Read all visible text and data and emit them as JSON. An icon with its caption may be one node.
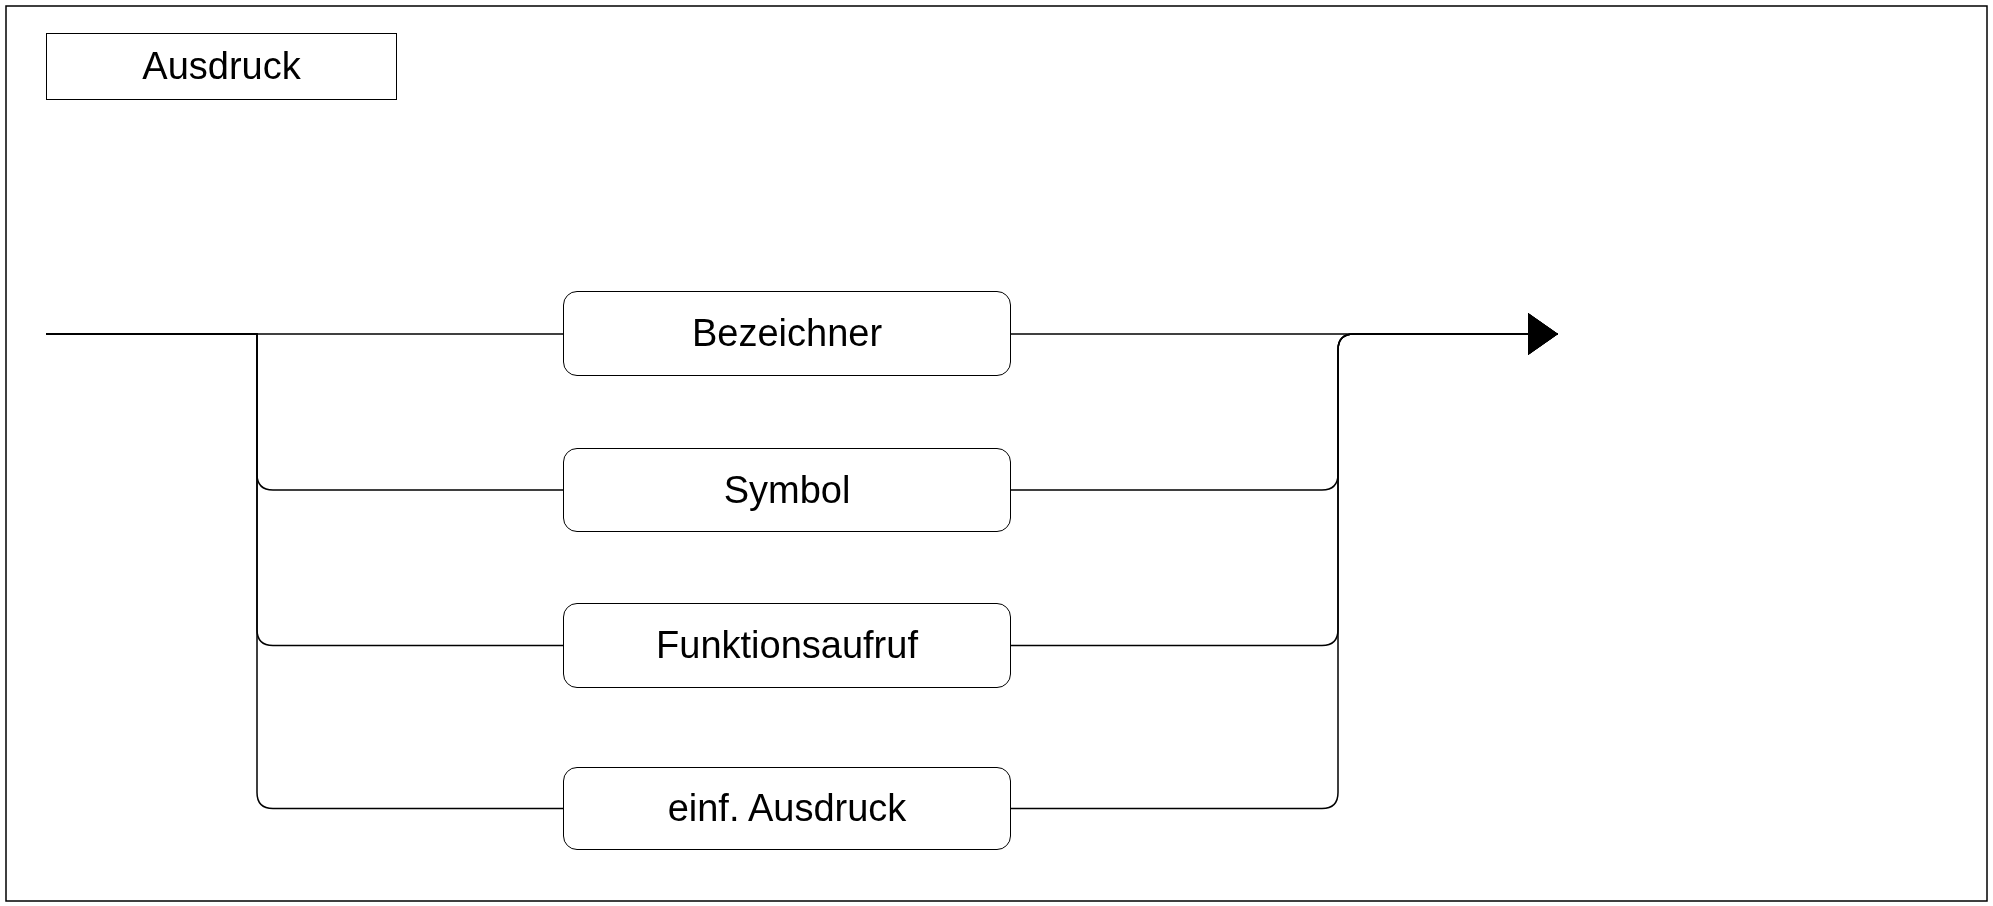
{
  "diagram": {
    "nodes": [
      {
        "text": [
          "Ausdruck"
        ]
      },
      {
        "text": [
          "Bezeichner"
        ]
      },
      {
        "text": [
          "Symbol"
        ]
      },
      {
        "text": [
          "Funktionsaufruf"
        ]
      },
      {
        "text": [
          "einf. Ausdruck"
        ]
      }
    ],
    "edges": [
      {
        "from": null,
        "to": 1,
        "arrow": "none"
      },
      {
        "from": null,
        "to": 2,
        "arrow": "none"
      },
      {
        "from": null,
        "to": 3,
        "arrow": "none"
      },
      {
        "from": null,
        "to": 4,
        "arrow": "none"
      },
      {
        "from": 1,
        "to": null,
        "arrow": "to"
      },
      {
        "from": 2,
        "to": null,
        "arrow": "to"
      },
      {
        "from": 3,
        "to": null,
        "arrow": "to"
      },
      {
        "from": 4,
        "to": null,
        "arrow": "to"
      }
    ]
  }
}
